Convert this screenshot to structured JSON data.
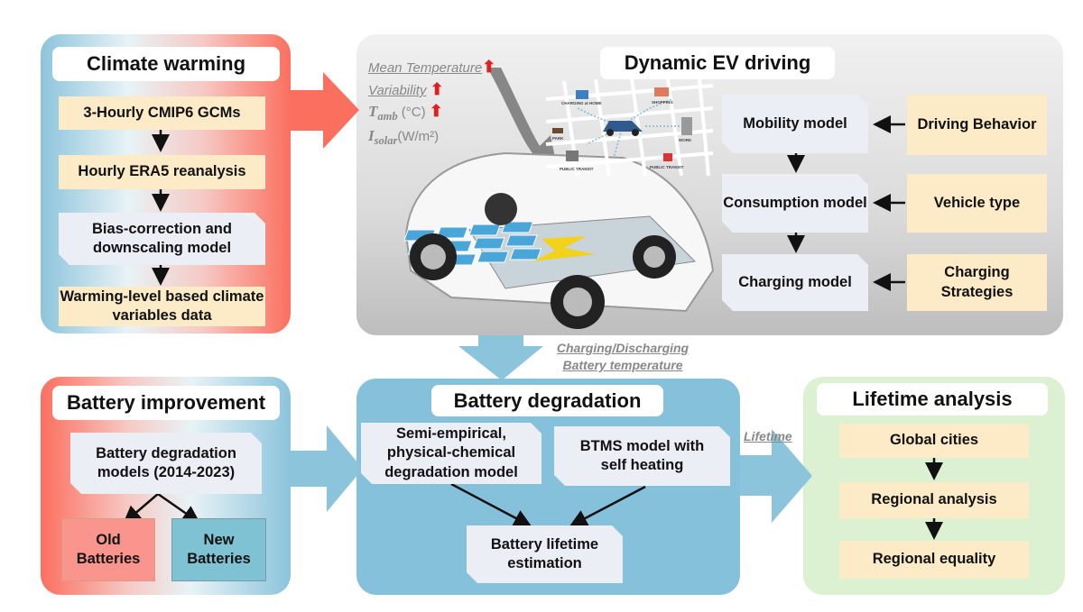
{
  "climate": {
    "title": "Climate warming",
    "steps": [
      "3-Hourly CMIP6 GCMs",
      "Hourly ERA5 reanalysis",
      "Bias-correction and downscaling model",
      "Warming-level based climate variables data"
    ]
  },
  "ev_driving": {
    "title": "Dynamic EV driving",
    "variables": {
      "mean_temp": "Mean Temperature",
      "variability": "Variability",
      "tamb_symbol": "T",
      "tamb_sub": "amb",
      "tamb_unit": "(°C)",
      "isolar_symbol": "I",
      "isolar_sub": "solar",
      "isolar_unit": "(W/m²)",
      "up_arrow": "⬆"
    },
    "map_labels": [
      "CHARGING at HOME",
      "SHOPPING",
      "PARK",
      "WORK",
      "PUBLIC TRANSIT",
      "PUBLIC TRANSIT"
    ],
    "models": [
      "Mobility model",
      "Consumption model",
      "Charging model"
    ],
    "inputs": [
      "Driving Behavior",
      "Vehicle type",
      "Charging Strategies"
    ]
  },
  "flow_labels": {
    "charging_line1": "Charging/Discharging",
    "charging_line2": "Battery temperature",
    "lifetime": "Lifetime"
  },
  "improvement": {
    "title": "Battery improvement",
    "models": "Battery degradation models (2014-2023)",
    "old": "Old Batteries",
    "new": "New Batteries"
  },
  "degradation": {
    "title": "Battery degradation",
    "semi": "Semi-empirical, physical-chemical degradation model",
    "btms": "BTMS model with self heating",
    "estimation": "Battery lifetime estimation"
  },
  "lifetime": {
    "title": "Lifetime analysis",
    "steps": [
      "Global cities",
      "Regional analysis",
      "Regional equality"
    ]
  },
  "colors": {
    "warm": "#fb6f5f",
    "cool": "#8cc4dc",
    "blue_panel": "#86c1dc",
    "green_panel": "#dcf0d2",
    "yellow": "#fcebc6",
    "model": "#eceef6"
  }
}
